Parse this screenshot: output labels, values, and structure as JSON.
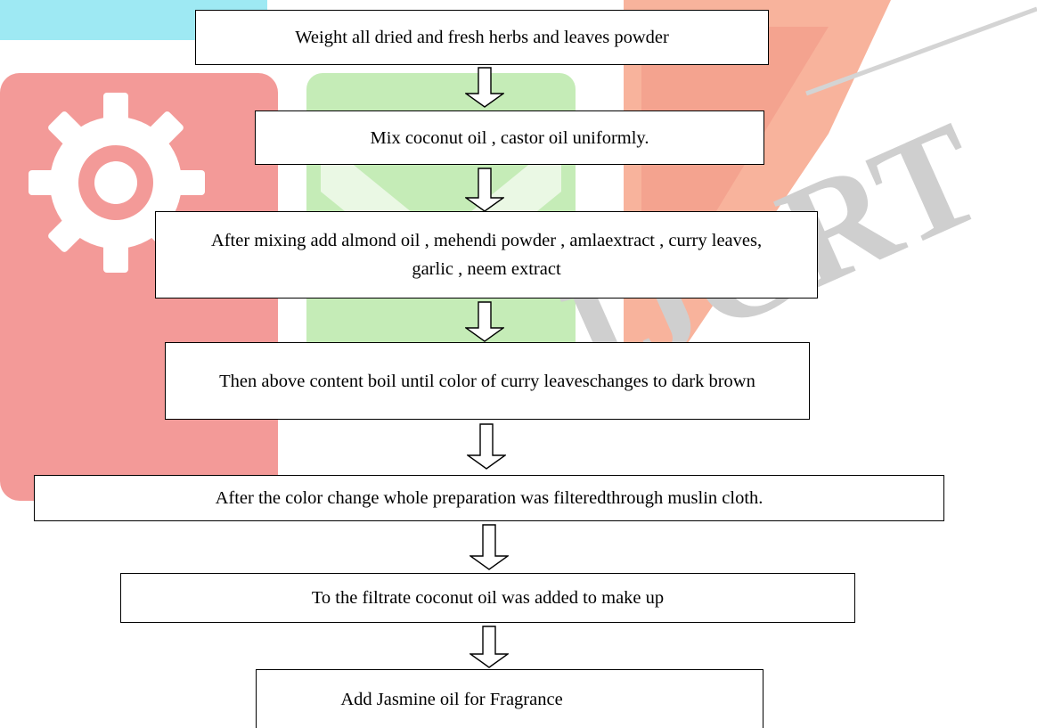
{
  "watermark": {
    "text": "IJCRT",
    "colors": {
      "cyan": "#9ee9f3",
      "red": "#f39a98",
      "green": "#c5ecb7",
      "orange": "#f8b39c",
      "gray": "#cfcfcf"
    }
  },
  "flowchart": {
    "steps": [
      "Weight all dried and fresh herbs and leaves powder",
      "Mix coconut oil , castor oil uniformly.",
      "After mixing add almond oil , mehendi powder , amlaextract , curry leaves, garlic , neem extract",
      "Then above content boil until color of curry leaveschanges to dark brown",
      "After the color change whole preparation was filteredthrough  muslin cloth.",
      "To the filtrate coconut oil was added to make up",
      "Add Jasmine oil for Fragrance"
    ],
    "arrow_icon": "down-hollow-arrow-icon"
  }
}
